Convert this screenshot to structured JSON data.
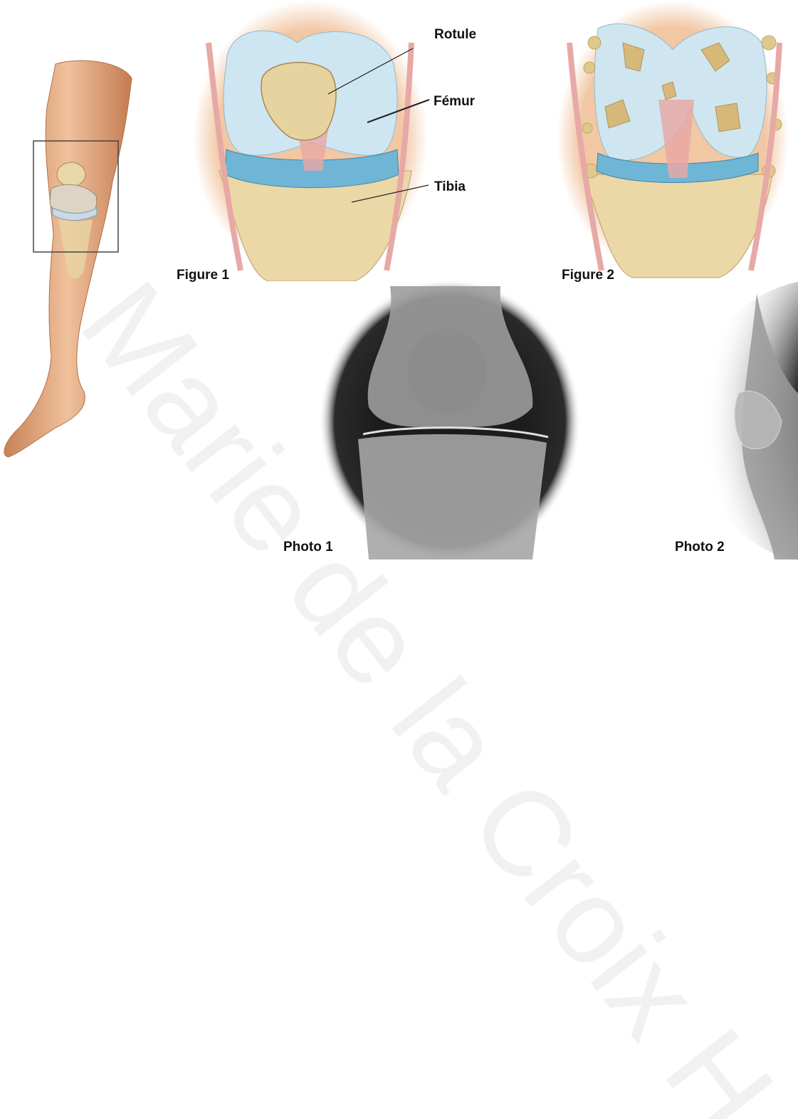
{
  "labels": {
    "patella": "Rotule",
    "femur": "Fémur",
    "tibia": "Tibia"
  },
  "captions": {
    "figure1": "Figure 1",
    "figure2": "Figure 2",
    "photo1": "Photo 1",
    "photo2": "Photo 2"
  },
  "watermark": "Marie de la Croix H",
  "colors": {
    "skin": "#e9b48c",
    "bone": "#e6d3a0",
    "cartilage": "#bfe0ee",
    "meniscus": "#6fb6d6",
    "ligament": "#e7a9a6",
    "xray_dark": "#1a1a1a"
  }
}
